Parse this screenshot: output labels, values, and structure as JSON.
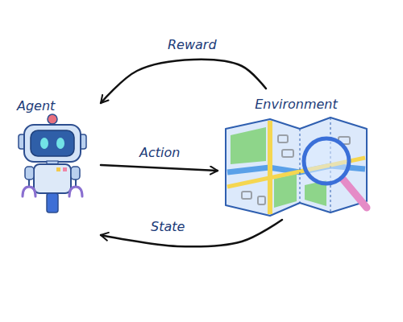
{
  "diagram": {
    "nodes": [
      {
        "text": [
          "Agent"
        ]
      },
      {
        "text": [
          "Environment"
        ]
      }
    ],
    "edges": [
      {
        "from": 1,
        "to": 0,
        "label": "Reward",
        "arrow": "to"
      },
      {
        "from": 0,
        "to": 1,
        "label": "Action",
        "arrow": "to"
      },
      {
        "from": 1,
        "to": 0,
        "label": "State",
        "arrow": "to"
      }
    ]
  }
}
